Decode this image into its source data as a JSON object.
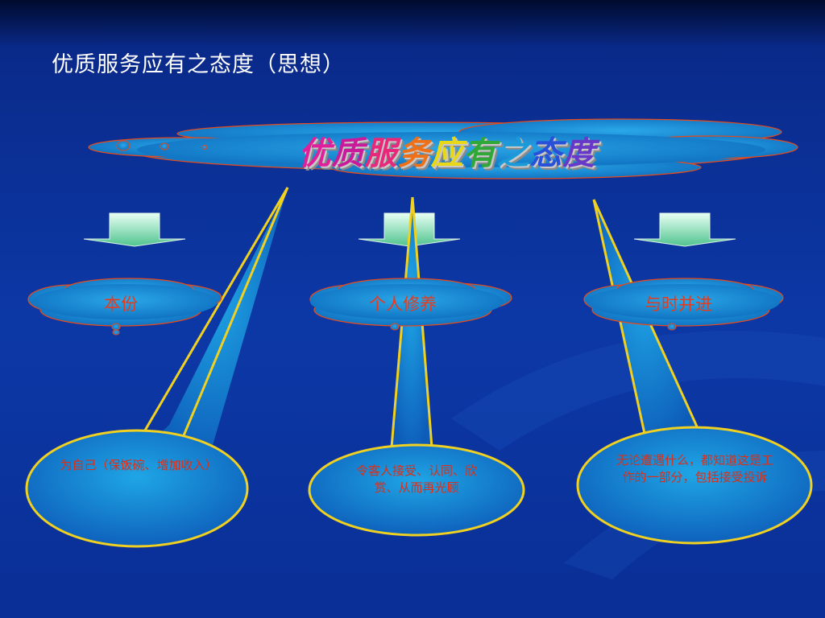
{
  "slide": {
    "title": "优质服务应有之态度（思想）",
    "headline": {
      "chars": [
        "优",
        "质",
        "服",
        "务",
        "应",
        "有",
        "之",
        "态",
        "度"
      ],
      "colors": [
        "#e0209a",
        "#c81a9a",
        "#e8287a",
        "#f07018",
        "#e8d818",
        "#30a838",
        "#1a9ad8",
        "#2850d8",
        "#6838c8"
      ]
    },
    "branches": [
      {
        "label": "本份",
        "bubble_text": "为自己（保饭碗、增加收入）"
      },
      {
        "label": "个人修养",
        "bubble_text": "令客人接受、认同、欣赏、从而再光顾"
      },
      {
        "label": "与时并进",
        "bubble_text": "无论遭遇什么，都知道这是工作的一部分，包括接受投诉"
      }
    ],
    "colors": {
      "background": "#0c38a6",
      "cloud_fill": "#1a8ed6",
      "cloud_outline": "#e84a1a",
      "callout_outline": "#f0d020",
      "label_text": "#e83a1a",
      "arrow_fill": "#7ddcb0"
    }
  }
}
